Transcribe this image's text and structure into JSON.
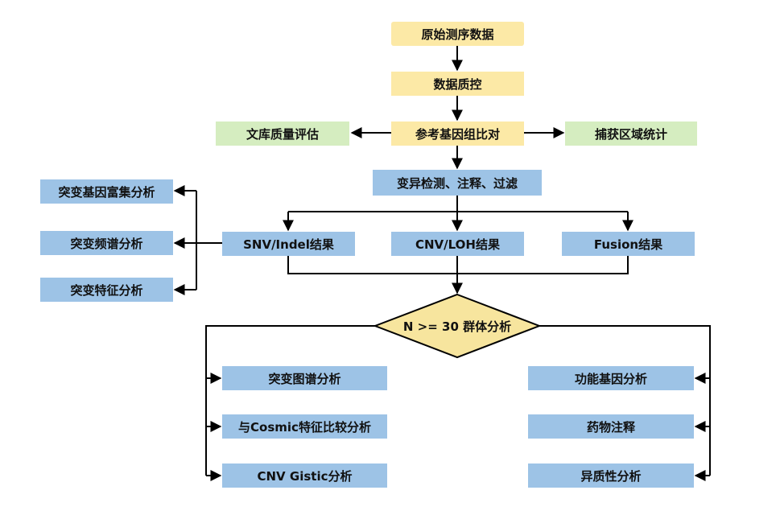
{
  "colors": {
    "yellow": "#FCE9A6",
    "green": "#D5EDC0",
    "blue": "#9DC3E6",
    "diamond": "#F7E59E",
    "line": "#000000"
  },
  "nodes": {
    "raw_data": "原始测序数据",
    "qc": "数据质控",
    "alignment": "参考基因组比对",
    "library_quality": "文库质量评估",
    "capture_stats": "捕获区域统计",
    "variant_calling": "变异检测、注释、过滤",
    "snv_indel": "SNV/Indel结果",
    "cnv_loh": "CNV/LOH结果",
    "fusion": "Fusion结果",
    "gene_enrichment": "突变基因富集分析",
    "frequency_spectrum": "突变频谱分析",
    "signature": "突变特征分析",
    "cohort": "N >= 30 群体分析",
    "mutation_map": "突变图谱分析",
    "cosmic_compare": "与Cosmic特征比较分析",
    "cnv_gistic": "CNV Gistic分析",
    "functional_gene": "功能基因分析",
    "drug_annotation": "药物注释",
    "heterogeneity": "异质性分析"
  }
}
